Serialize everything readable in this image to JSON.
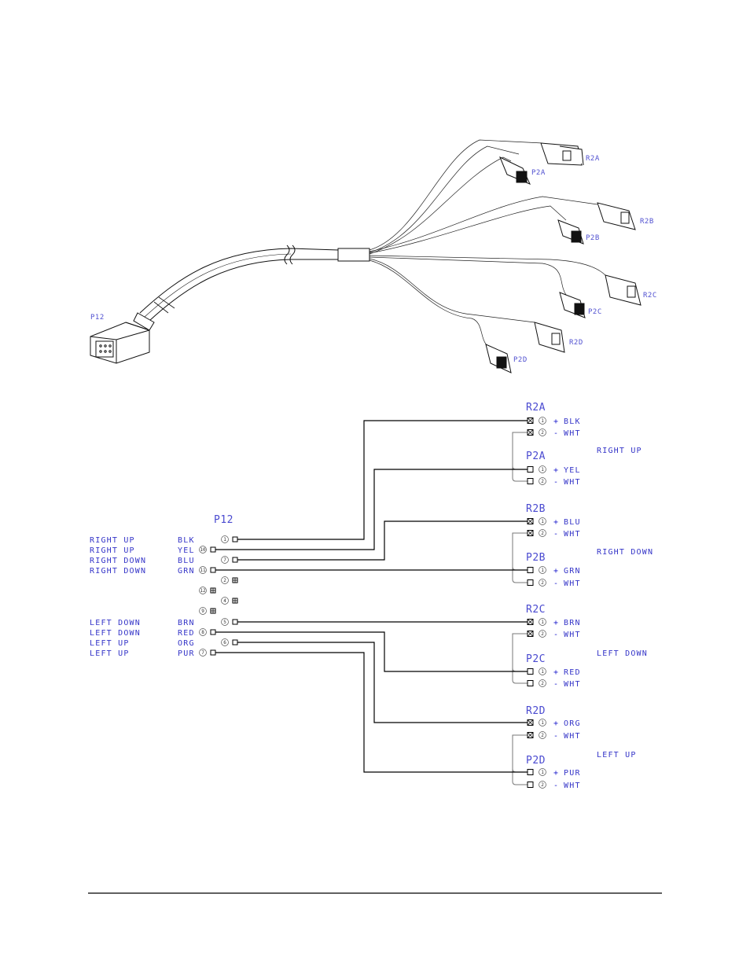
{
  "drawing": {
    "labels": {
      "p12": "P12",
      "r2a": "R2A",
      "p2a": "P2A",
      "r2b": "R2B",
      "p2b": "P2B",
      "r2c": "R2C",
      "p2c": "P2C",
      "r2d": "R2D",
      "p2d": "P2D"
    }
  },
  "schematic": {
    "main_connector": "P12",
    "left_labels": [
      {
        "func": "RIGHT UP",
        "color": "BLK"
      },
      {
        "func": "RIGHT UP",
        "color": "YEL"
      },
      {
        "func": "RIGHT DOWN",
        "color": "BLU"
      },
      {
        "func": "RIGHT DOWN",
        "color": "GRN"
      },
      {
        "func": "LEFT DOWN",
        "color": "BRN"
      },
      {
        "func": "LEFT DOWN",
        "color": "RED"
      },
      {
        "func": "LEFT UP",
        "color": "ORG"
      },
      {
        "func": "LEFT UP",
        "color": "PUR"
      }
    ],
    "p12_pins": [
      {
        "num": "1",
        "wired": true
      },
      {
        "num": "10",
        "wired": true
      },
      {
        "num": "7",
        "wired": true
      },
      {
        "num": "11",
        "wired": true
      },
      {
        "num": "2",
        "wired": false
      },
      {
        "num": "12",
        "wired": false
      },
      {
        "num": "4",
        "wired": false
      },
      {
        "num": "9",
        "wired": false
      },
      {
        "num": "5",
        "wired": true
      },
      {
        "num": "8",
        "wired": true
      },
      {
        "num": "6",
        "wired": true
      },
      {
        "num": "7",
        "wired": true
      }
    ],
    "right_connectors": [
      {
        "name": "R2A",
        "pins": [
          {
            "num": "1",
            "sign": "+",
            "color": "BLK"
          },
          {
            "num": "2",
            "sign": "-",
            "color": "WHT"
          }
        ]
      },
      {
        "name": "P2A",
        "pins": [
          {
            "num": "1",
            "sign": "+",
            "color": "YEL"
          },
          {
            "num": "2",
            "sign": "-",
            "color": "WHT"
          }
        ]
      },
      {
        "name": "R2B",
        "pins": [
          {
            "num": "1",
            "sign": "+",
            "color": "BLU"
          },
          {
            "num": "2",
            "sign": "-",
            "color": "WHT"
          }
        ]
      },
      {
        "name": "P2B",
        "pins": [
          {
            "num": "1",
            "sign": "+",
            "color": "GRN"
          },
          {
            "num": "2",
            "sign": "-",
            "color": "WHT"
          }
        ]
      },
      {
        "name": "R2C",
        "pins": [
          {
            "num": "1",
            "sign": "+",
            "color": "BRN"
          },
          {
            "num": "2",
            "sign": "-",
            "color": "WHT"
          }
        ]
      },
      {
        "name": "P2C",
        "pins": [
          {
            "num": "1",
            "sign": "+",
            "color": "RED"
          },
          {
            "num": "2",
            "sign": "-",
            "color": "WHT"
          }
        ]
      },
      {
        "name": "R2D",
        "pins": [
          {
            "num": "1",
            "sign": "+",
            "color": "ORG"
          },
          {
            "num": "2",
            "sign": "-",
            "color": "WHT"
          }
        ]
      },
      {
        "name": "P2D",
        "pins": [
          {
            "num": "1",
            "sign": "+",
            "color": "PUR"
          },
          {
            "num": "2",
            "sign": "-",
            "color": "WHT"
          }
        ]
      }
    ],
    "group_labels": [
      "RIGHT UP",
      "RIGHT DOWN",
      "LEFT DOWN",
      "LEFT UP"
    ]
  }
}
